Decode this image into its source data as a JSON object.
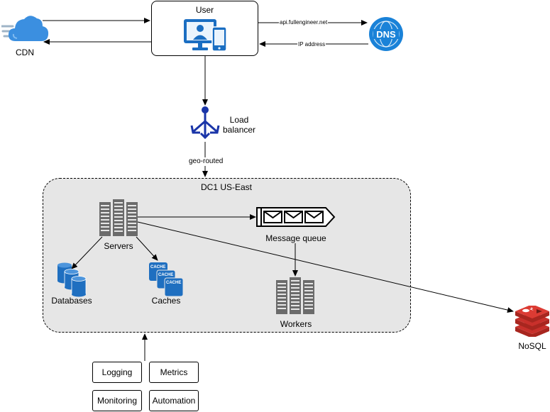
{
  "nodes": {
    "user": "User",
    "cdn": "CDN",
    "dns_icon_text": "DNS",
    "load_balancer_line1": "Load",
    "load_balancer_line2": "balancer",
    "datacenter": "DC1 US-East",
    "servers": "Servers",
    "message_queue": "Message queue",
    "databases": "Databases",
    "caches": "Caches",
    "cache_icon_text": "CACHE",
    "workers": "Workers",
    "nosql": "NoSQL"
  },
  "edges": {
    "user_to_dns": "api.fullengineer.net",
    "dns_to_user": "IP address",
    "lb_to_dc": "geo-routed"
  },
  "ops_tools": [
    "Logging",
    "Metrics",
    "Monitoring",
    "Automation"
  ],
  "icons": {
    "cdn": "cloud-icon",
    "user": "user-devices-icon",
    "dns": "dns-icon",
    "load_balancer": "load-balancer-icon",
    "servers": "server-rack-icon",
    "workers": "server-rack-icon",
    "message_queue": "message-queue-icon",
    "databases": "database-icon",
    "caches": "cache-icon",
    "nosql": "redis-icon"
  },
  "colors": {
    "cloud": "#3b8fe0",
    "user_icon": "#1a6ec2",
    "dns": "#1a82d8",
    "load_balancer": "#1a35a8",
    "server": "#6b6b6b",
    "database": "#1f6fc0",
    "redis": "#c8302b",
    "datacenter_fill": "#e6e6e6"
  }
}
